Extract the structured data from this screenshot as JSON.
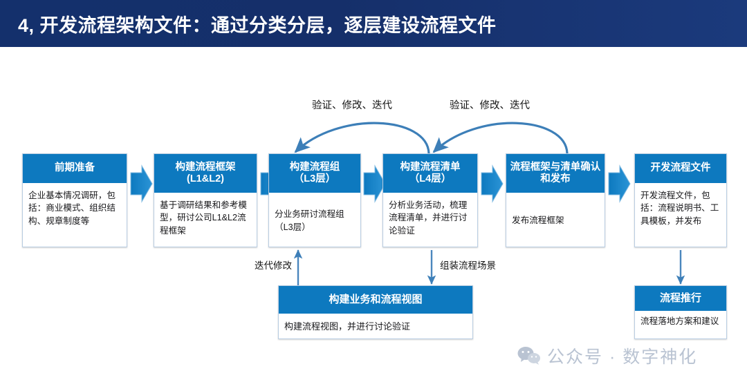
{
  "header": {
    "title": "4, 开发流程架构文件：通过分类分层，逐层建设流程文件"
  },
  "colors": {
    "title_bar": "#14306c",
    "box_header": "#0d79bf",
    "box_border": "#b9cde2",
    "connector": "#3d7fb8",
    "watermark": "#b9c3d2",
    "body_text": "#17171a"
  },
  "flow": {
    "steps": [
      {
        "id": "prep",
        "title": "前期准备",
        "subtitle": "",
        "body": "企业基本情况调研，包括：商业模式、组织结构、规章制度等"
      },
      {
        "id": "frame",
        "title": "构建流程框架",
        "subtitle": "(L1&L2)",
        "body": "基于调研结果和参考模型，研讨公司L1&L2流程框架"
      },
      {
        "id": "group",
        "title": "构建流程组",
        "subtitle": "（L3层）",
        "body": "分业务研讨流程组（L3层）"
      },
      {
        "id": "list",
        "title": "构建流程清单",
        "subtitle": "（L4层）",
        "body": "分析业务活动，梳理流程清单，并进行讨论验证"
      },
      {
        "id": "confirm",
        "title": "流程框架与清单确认和发布",
        "subtitle": "",
        "body": "发布流程框架"
      },
      {
        "id": "dev",
        "title": "开发流程文件",
        "subtitle": "",
        "body": "开发流程文件，包括：流程说明书、工具模板，并发布"
      }
    ],
    "sub_steps": [
      {
        "id": "view",
        "title": "构建业务和流程视图",
        "body": "构建流程视图，并进行讨论验证"
      },
      {
        "id": "promote",
        "title": "流程推行",
        "body": "流程落地方案和建议"
      }
    ],
    "connector_labels": {
      "iterate_1": "验证、修改、迭代",
      "iterate_2": "验证、修改、迭代",
      "revise": "迭代修改",
      "assemble": "组装流程场景"
    }
  },
  "watermark": {
    "icon": "wechat-icon",
    "text": "公众号 · 数字神化"
  }
}
